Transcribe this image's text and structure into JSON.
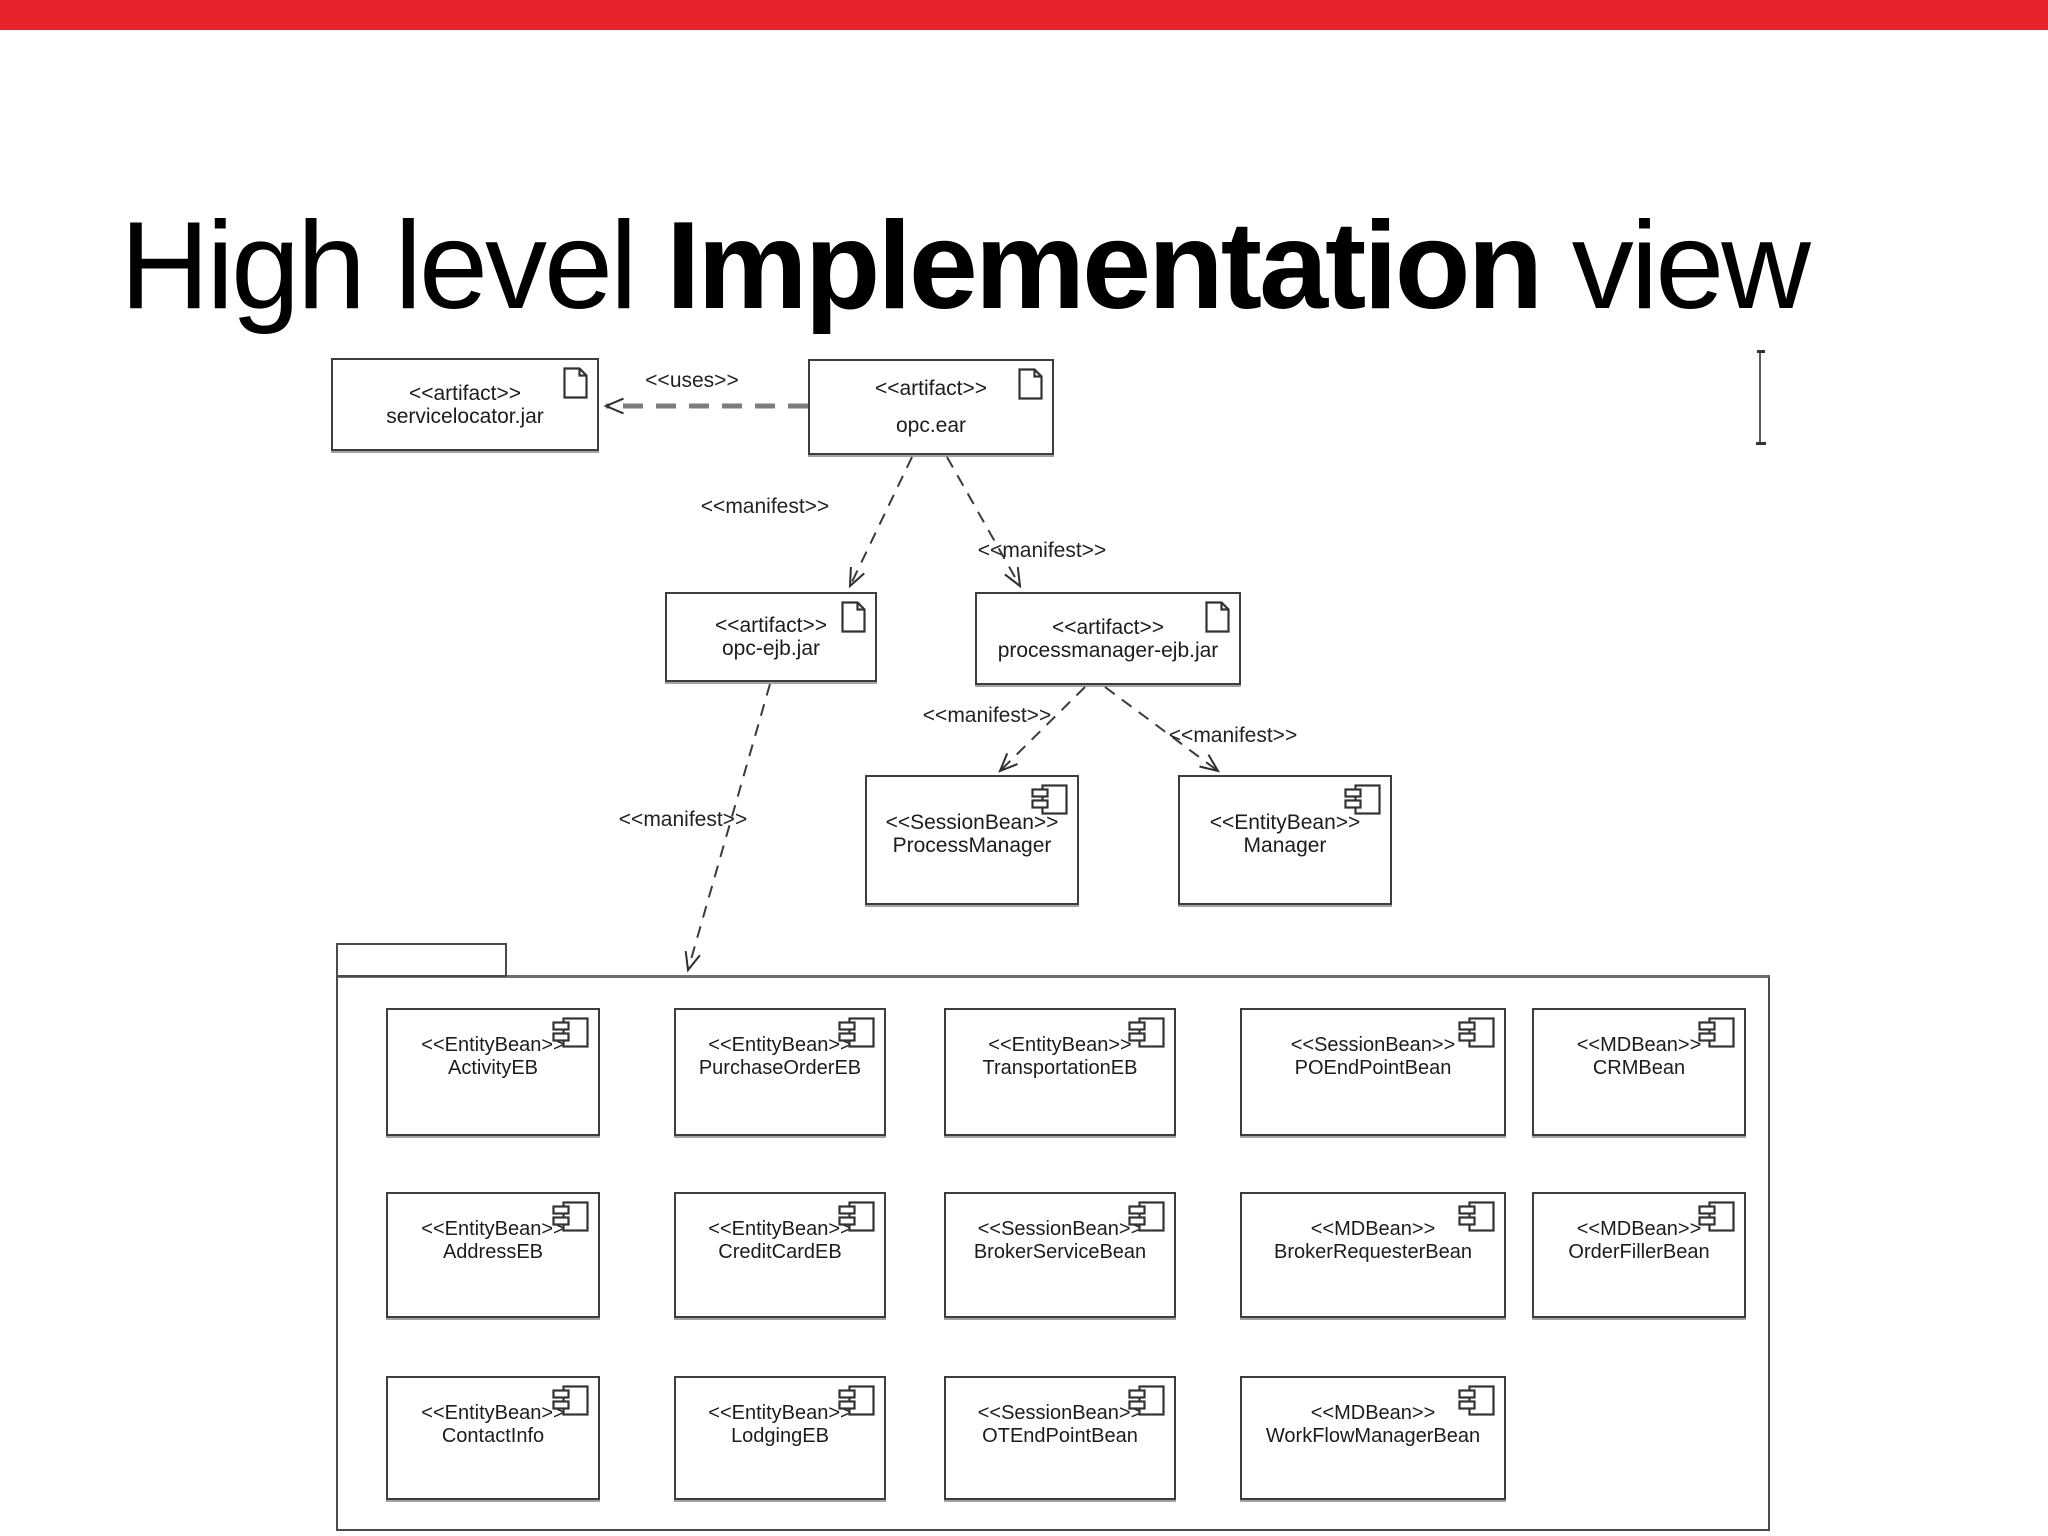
{
  "accent": {
    "top_bar_red": "#e8232e"
  },
  "title": {
    "prefix": "High level ",
    "emphasis": "Implementation",
    "suffix": " view"
  },
  "diagram": {
    "artifacts": [
      {
        "id": "servicelocator",
        "stereotype": "<<artifact>>",
        "name": "servicelocator.jar"
      },
      {
        "id": "opc_ear",
        "stereotype": "<<artifact>>",
        "name": "opc.ear"
      },
      {
        "id": "opc_ejb",
        "stereotype": "<<artifact>>",
        "name": "opc-ejb.jar"
      },
      {
        "id": "processmanager_ejb",
        "stereotype": "<<artifact>>",
        "name": "processmanager-ejb.jar"
      }
    ],
    "components": [
      {
        "id": "process_manager",
        "stereotype": "<<SessionBean>>",
        "name": "ProcessManager"
      },
      {
        "id": "manager",
        "stereotype": "<<EntityBean>>",
        "name": "Manager"
      }
    ],
    "package_beans": [
      [
        {
          "stereotype": "<<EntityBean>>",
          "name": "ActivityEB"
        },
        {
          "stereotype": "<<EntityBean>>",
          "name": "PurchaseOrderEB"
        },
        {
          "stereotype": "<<EntityBean>>",
          "name": "TransportationEB"
        },
        {
          "stereotype": "<<SessionBean>>",
          "name": "POEndPointBean"
        },
        {
          "stereotype": "<<MDBean>>",
          "name": "CRMBean"
        }
      ],
      [
        {
          "stereotype": "<<EntityBean>>",
          "name": "AddressEB"
        },
        {
          "stereotype": "<<EntityBean>>",
          "name": "CreditCardEB"
        },
        {
          "stereotype": "<<SessionBean>>",
          "name": "BrokerServiceBean"
        },
        {
          "stereotype": "<<MDBean>>",
          "name": "BrokerRequesterBean"
        },
        {
          "stereotype": "<<MDBean>>",
          "name": "OrderFillerBean"
        }
      ],
      [
        {
          "stereotype": "<<EntityBean>>",
          "name": "ContactInfo"
        },
        {
          "stereotype": "<<EntityBean>>",
          "name": "LodgingEB"
        },
        {
          "stereotype": "<<SessionBean>>",
          "name": "OTEndPointBean"
        },
        {
          "stereotype": "<<MDBean>>",
          "name": "WorkFlowManagerBean"
        }
      ]
    ],
    "connectors": [
      {
        "id": "uses",
        "label": "<<uses>>"
      },
      {
        "id": "manifest_opc_ejb",
        "label": "<<manifest>>"
      },
      {
        "id": "manifest_pm_ejb",
        "label": "<<manifest>>"
      },
      {
        "id": "manifest_process_manager",
        "label": "<<manifest>>"
      },
      {
        "id": "manifest_manager",
        "label": "<<manifest>>"
      },
      {
        "id": "manifest_package",
        "label": "<<manifest>>"
      }
    ]
  }
}
